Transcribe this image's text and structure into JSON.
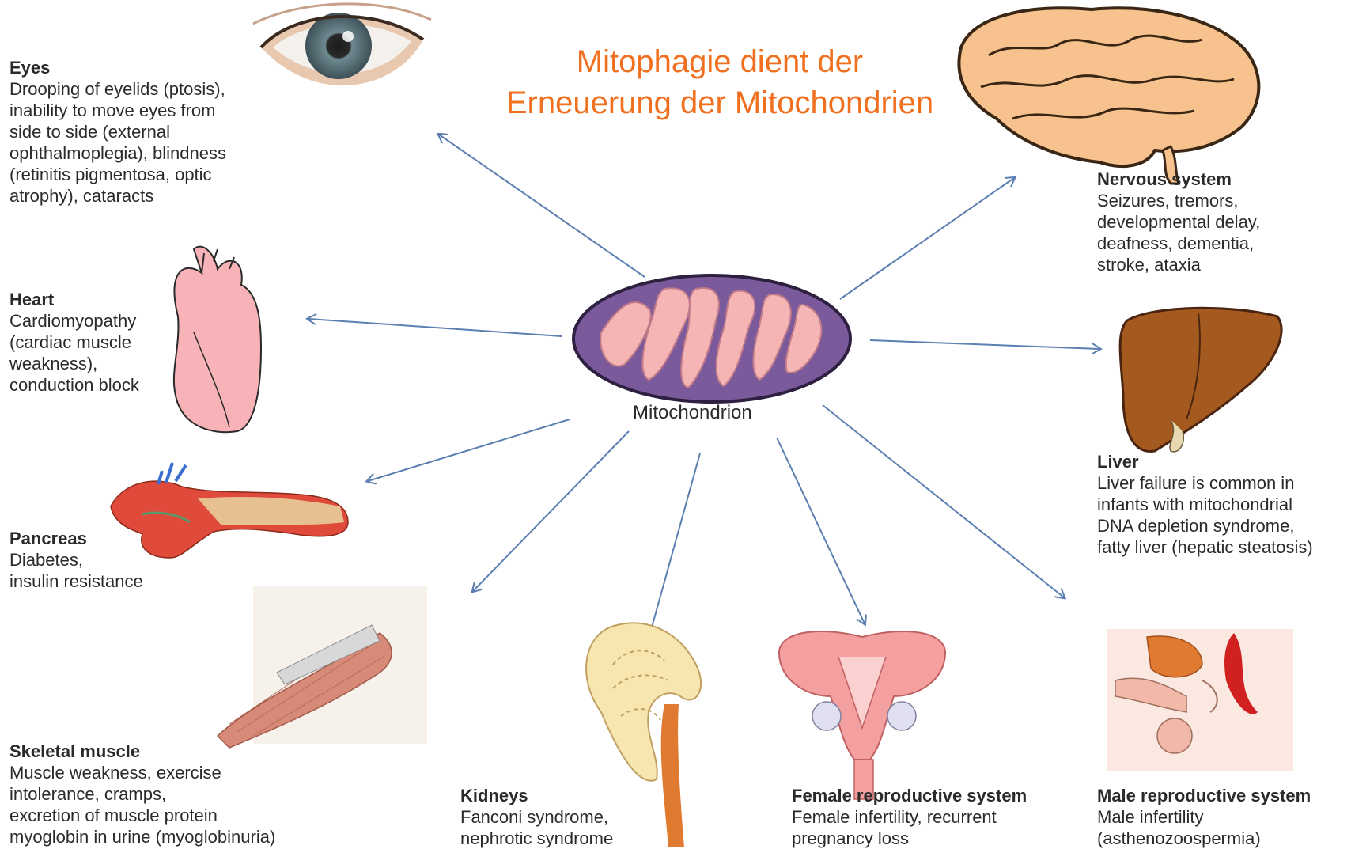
{
  "title": {
    "line1": "Mitophagie dient der",
    "line2": "Erneuerung der Mitochondrien"
  },
  "center": {
    "label": "Mitochondrion"
  },
  "organs": {
    "eyes": {
      "name": "Eyes",
      "lines": [
        "Drooping of eyelids (ptosis),",
        "inability to move eyes from",
        "side to side (external",
        "ophthalmoplegia), blindness",
        "(retinitis pigmentosa, optic",
        "atrophy), cataracts"
      ]
    },
    "heart": {
      "name": "Heart",
      "lines": [
        "Cardiomyopathy",
        "(cardiac muscle",
        "weakness),",
        "conduction block"
      ]
    },
    "pancreas": {
      "name": "Pancreas",
      "lines": [
        "Diabetes,",
        "insulin resistance"
      ]
    },
    "skeletal": {
      "name": "Skeletal muscle",
      "lines": [
        "Muscle weakness, exercise",
        "intolerance, cramps,",
        "excretion of muscle protein",
        "myoglobin in urine (myoglobinuria)"
      ]
    },
    "kidneys": {
      "name": "Kidneys",
      "lines": [
        "Fanconi syndrome,",
        "nephrotic syndrome"
      ]
    },
    "female": {
      "name": "Female reproductive system",
      "lines": [
        "Female infertility, recurrent",
        "pregnancy loss"
      ]
    },
    "male": {
      "name": "Male reproductive system",
      "lines": [
        "Male infertility",
        "(asthenozoospermia)"
      ]
    },
    "nervous": {
      "name": "Nervous system",
      "lines": [
        "Seizures, tremors,",
        "developmental delay,",
        "deafness, dementia,",
        "stroke, ataxia"
      ]
    },
    "liver": {
      "name": "Liver",
      "lines": [
        "Liver failure is common in",
        "infants with mitochondrial",
        "DNA depletion syndrome,",
        "fatty liver (hepatic steatosis)"
      ]
    }
  },
  "colors": {
    "title": "#f07020",
    "arrow": "#5b7fb0",
    "mito_outer": "#7a5a9a",
    "mito_inner": "#f5b5b5"
  }
}
